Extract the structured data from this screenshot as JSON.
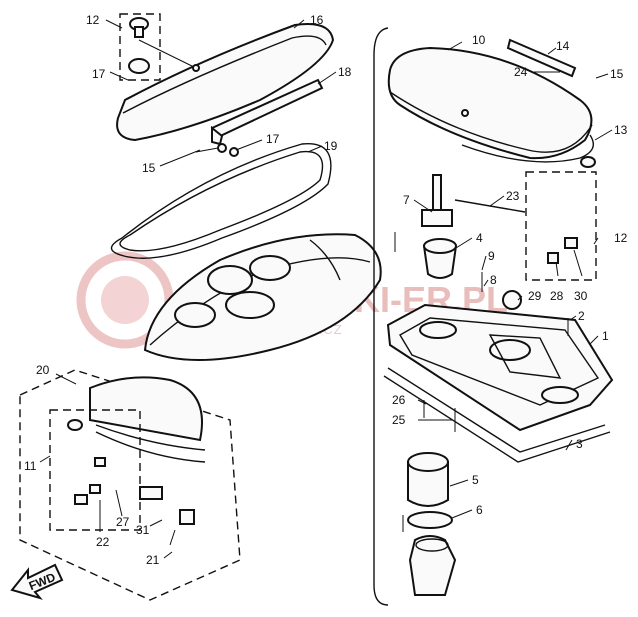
{
  "callouts": [
    {
      "id": "c12a",
      "label": "12"
    },
    {
      "id": "c16",
      "label": "16"
    },
    {
      "id": "c17a",
      "label": "17"
    },
    {
      "id": "c18",
      "label": "18"
    },
    {
      "id": "c17b",
      "label": "17"
    },
    {
      "id": "c15a",
      "label": "15"
    },
    {
      "id": "c19",
      "label": "19"
    },
    {
      "id": "c10",
      "label": "10"
    },
    {
      "id": "c14",
      "label": "14"
    },
    {
      "id": "c24",
      "label": "24"
    },
    {
      "id": "c15b",
      "label": "15"
    },
    {
      "id": "c13",
      "label": "13"
    },
    {
      "id": "c7",
      "label": "7"
    },
    {
      "id": "c23",
      "label": "23"
    },
    {
      "id": "c4",
      "label": "4"
    },
    {
      "id": "c12b",
      "label": "12"
    },
    {
      "id": "c9",
      "label": "9"
    },
    {
      "id": "c8",
      "label": "8"
    },
    {
      "id": "c29",
      "label": "29"
    },
    {
      "id": "c28",
      "label": "28"
    },
    {
      "id": "c30",
      "label": "30"
    },
    {
      "id": "c2",
      "label": "2"
    },
    {
      "id": "c1",
      "label": "1"
    },
    {
      "id": "c20",
      "label": "20"
    },
    {
      "id": "c26",
      "label": "26"
    },
    {
      "id": "c25",
      "label": "25"
    },
    {
      "id": "c3",
      "label": "3"
    },
    {
      "id": "c11",
      "label": "11"
    },
    {
      "id": "c5",
      "label": "5"
    },
    {
      "id": "c27",
      "label": "27"
    },
    {
      "id": "c31",
      "label": "31"
    },
    {
      "id": "c6",
      "label": "6"
    },
    {
      "id": "c22",
      "label": "22"
    },
    {
      "id": "c21",
      "label": "21"
    }
  ],
  "fwd_label": "FWD",
  "watermark": {
    "brand": "SKI-ER.PL",
    "subtitle": "ŁUCHOWICZ",
    "color": "#e7b2b2"
  }
}
